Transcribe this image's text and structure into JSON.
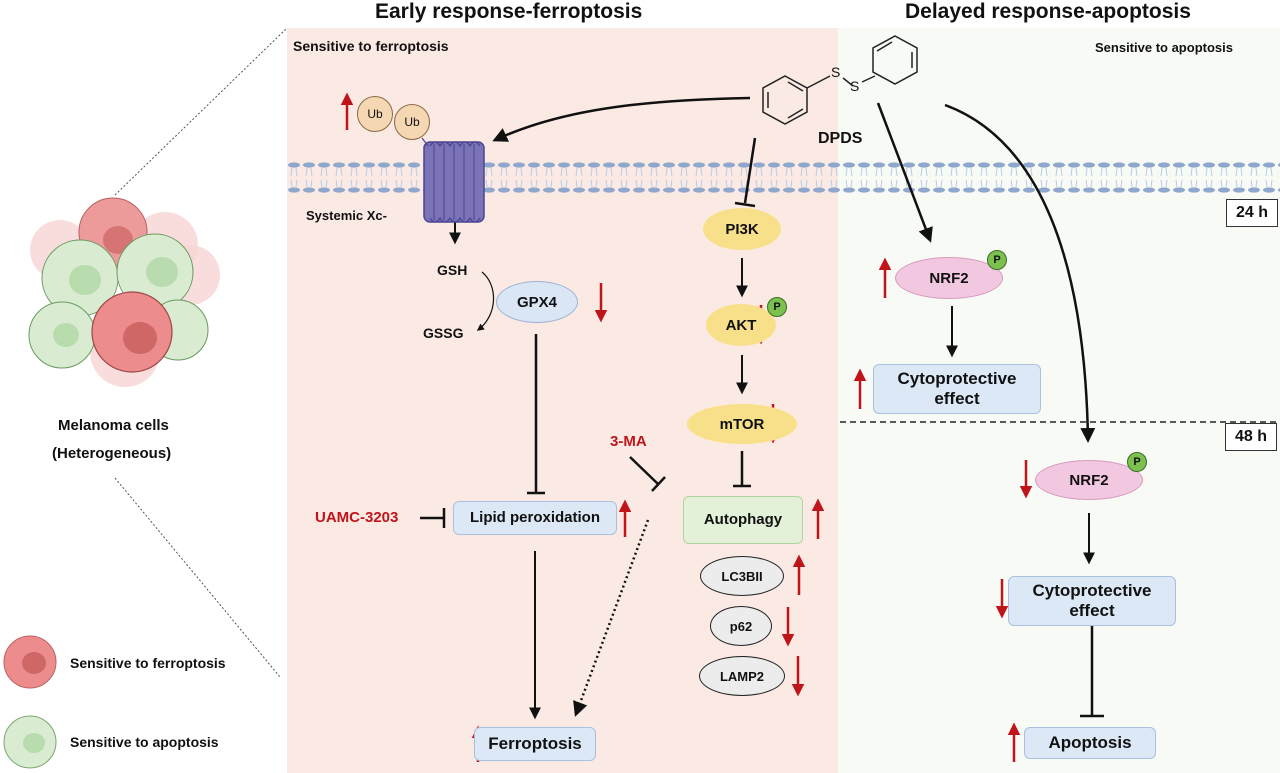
{
  "titles": {
    "early": "Early response-ferroptosis",
    "delayed": "Delayed response-apoptosis"
  },
  "panels": {
    "ferro_label": "Sensitive to ferroptosis",
    "apop_label": "Sensitive to apoptosis"
  },
  "left": {
    "cells_caption_line1": "Melanoma cells",
    "cells_caption_line2": "(Heterogeneous)",
    "legend": [
      {
        "label": "Sensitive to ferroptosis",
        "color": "#ec8c8c"
      },
      {
        "label": "Sensitive to apoptosis",
        "color": "#d7ecd0"
      }
    ]
  },
  "compound": {
    "name": "DPDS",
    "atom1": "S",
    "atom2": "S"
  },
  "ferroptosis_path": {
    "ub1": "Ub",
    "ub2": "Ub",
    "ub_change": "up",
    "transporter": "Systemic Xc-",
    "gsh": "GSH",
    "gssg": "GSSG",
    "gpx4": "GPX4",
    "gpx4_change": "down",
    "inhibitor": "UAMC-3203",
    "lipid": "Lipid peroxidation",
    "lipid_change": "up",
    "ferroptosis": "Ferroptosis",
    "ferroptosis_change": "up"
  },
  "autophagy_path": {
    "pi3k": "PI3K",
    "akt": "AKT",
    "akt_change": "down",
    "mtor": "mTOR",
    "mtor_change": "down",
    "inhibitor": "3-MA",
    "autophagy": "Autophagy",
    "autophagy_change": "up",
    "markers": [
      {
        "name": "LC3BII",
        "change": "up"
      },
      {
        "name": "p62",
        "change": "down"
      },
      {
        "name": "LAMP2",
        "change": "down"
      }
    ]
  },
  "apoptosis_path": {
    "time1": "24 h",
    "time2": "48 h",
    "nrf2_24": "NRF2",
    "nrf2_24_change": "up",
    "cyto_24_line1": "Cytoprotective",
    "cyto_24_line2": "effect",
    "cyto_24_change": "up",
    "nrf2_48": "NRF2",
    "nrf2_48_change": "down",
    "cyto_48_line1": "Cytoprotective",
    "cyto_48_line2": "effect",
    "cyto_48_change": "down",
    "apoptosis": "Apoptosis",
    "apoptosis_change": "up"
  },
  "phospho_label": "P",
  "colors": {
    "ferro_bg": "#fbeae4",
    "apop_bg": "#f8faf6",
    "regulation_arrow": "#c0141b",
    "inhibitor_text": "#c0141b"
  }
}
